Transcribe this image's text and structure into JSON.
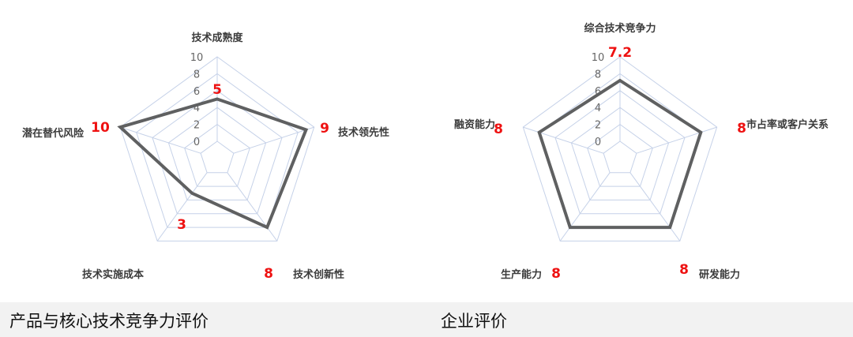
{
  "captions": [
    "产品与核心技术竞争力评价",
    "企业评价"
  ],
  "colors": {
    "grid": "#c5d1e8",
    "series": "#5f6061",
    "value_label": "#ee1111",
    "caption_bg": "#f2f2f2"
  },
  "chart_data": [
    {
      "type": "radar",
      "caption": "产品与核心技术竞争力评价",
      "axes": [
        "技术成熟度",
        "技术领先性",
        "技术创新性",
        "技术实施成本",
        "潜在替代风险"
      ],
      "values": [
        5,
        9,
        8,
        3,
        10
      ],
      "value_labels": [
        "5",
        "9",
        "8",
        "3",
        "10"
      ],
      "rlim": [
        0,
        10
      ],
      "ticks": [
        "0",
        "2",
        "4",
        "6",
        "8",
        "10"
      ],
      "grid": true,
      "legend": "none"
    },
    {
      "type": "radar",
      "caption": "企业评价",
      "axes": [
        "综合技术竞争力",
        "市占率或客户关系",
        "研发能力",
        "生产能力",
        "融资能力"
      ],
      "values": [
        7.2,
        8,
        8,
        8,
        8
      ],
      "value_labels": [
        "7.2",
        "8",
        "8",
        "8",
        "8"
      ],
      "rlim": [
        0,
        10
      ],
      "ticks": [
        "0",
        "2",
        "4",
        "6",
        "8",
        "10"
      ],
      "grid": true,
      "legend": "none"
    }
  ]
}
